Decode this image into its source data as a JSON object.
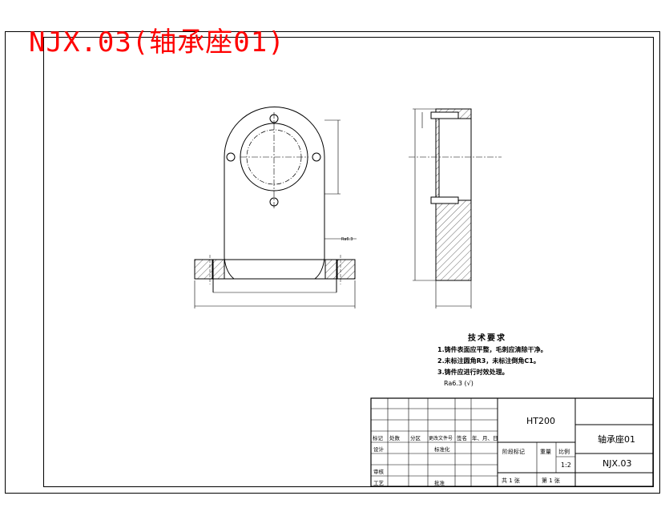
{
  "drawing_title": "NJX.03(轴承座01)",
  "tech_requirements": {
    "heading": "技术要求",
    "items": [
      "1.铸件表面应平整，毛刺应清除干净。",
      "2.未标注圆角R3，未标注倒角C1。",
      "3.铸件应进行时效处理。"
    ],
    "roughness_note": "Ra6.3 (√)"
  },
  "dimension_labels": {
    "front_roughness": "Ra6.3"
  },
  "title_block": {
    "material": "HT200",
    "part_name": "轴承座01",
    "drawing_number": "NJX.03",
    "scale": "1:2",
    "scale_label": "比例",
    "weight_label": "重量",
    "stage_mark_label": "阶段标记",
    "sheets_total": "共 1 张",
    "sheet_current": "第 1 张",
    "rev_headers": [
      "标记",
      "处数",
      "分区",
      "更改文件号",
      "签名",
      "年、月、日"
    ],
    "design_label": "设计",
    "standardize_label": "标准化",
    "review_label": "审核",
    "process_label": "工艺",
    "approve_label": "批准"
  }
}
